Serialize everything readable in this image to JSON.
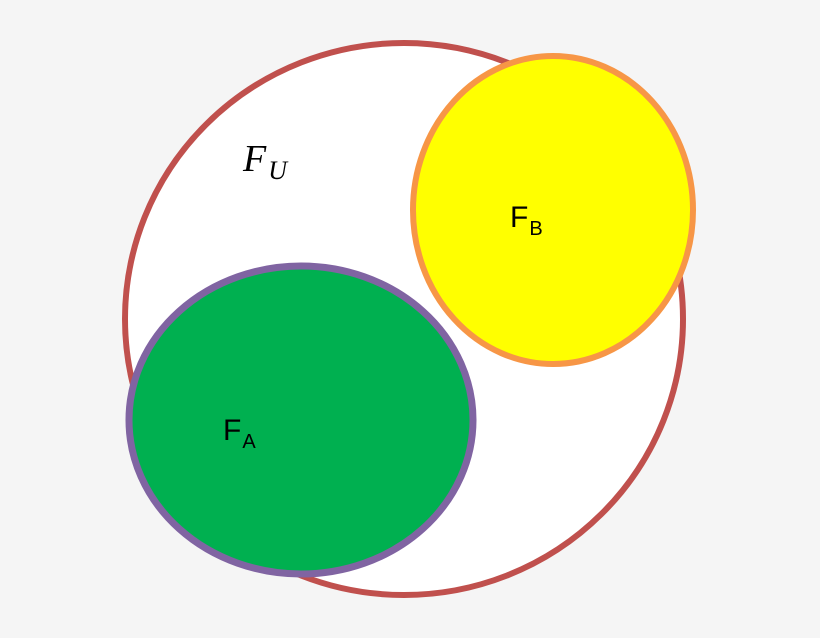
{
  "diagram": {
    "type": "venn",
    "background": "#f5f5f5",
    "sets": [
      {
        "id": "universal",
        "label_main": "F",
        "label_sub": "U",
        "fill": "#ffffff",
        "stroke": "#C0504D"
      },
      {
        "id": "B",
        "label_main": "F",
        "label_sub": "B",
        "fill": "#FFFF00",
        "stroke": "#F79646"
      },
      {
        "id": "A",
        "label_main": "F",
        "label_sub": "A",
        "fill": "#00B050",
        "stroke": "#8064A2"
      }
    ]
  }
}
